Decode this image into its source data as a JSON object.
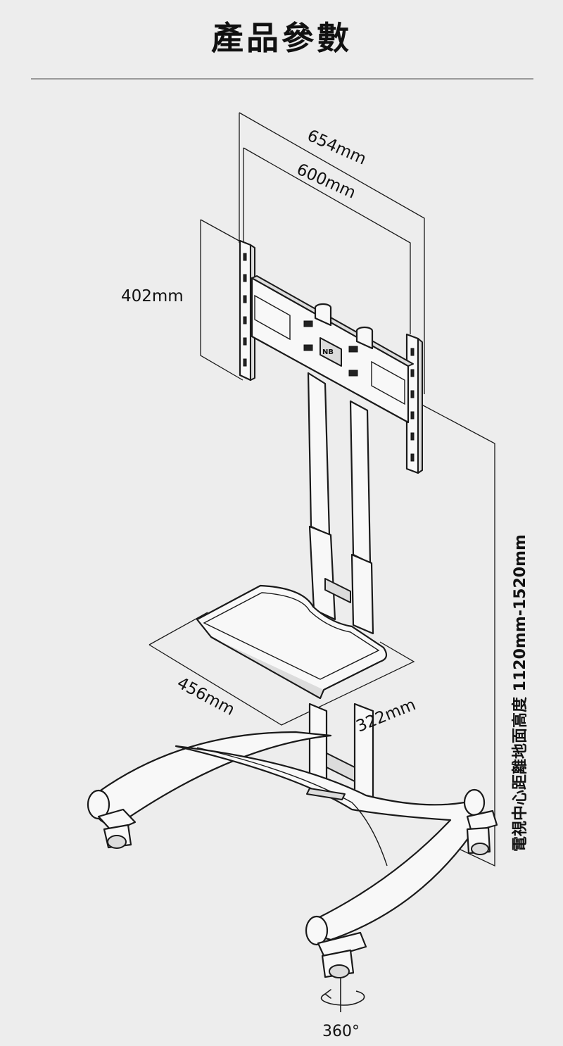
{
  "title": "產品參數",
  "dimensions": {
    "outer_width": "654mm",
    "inner_width": "600mm",
    "bracket_height": "402mm",
    "tv_height": "電視中心距離地面高度 1120mm-1520mm",
    "shelf_width": "456mm",
    "shelf_depth": "322mm",
    "rotation": "360°"
  },
  "icons": {
    "rotation_arrow": "rotate-360-icon",
    "bracket_logo": "brand-logo-icon",
    "base_logo": "brand-logo-icon"
  },
  "colors": {
    "background": "#ededed",
    "line": "#1a1a1a",
    "divider": "#9a9a9a"
  }
}
